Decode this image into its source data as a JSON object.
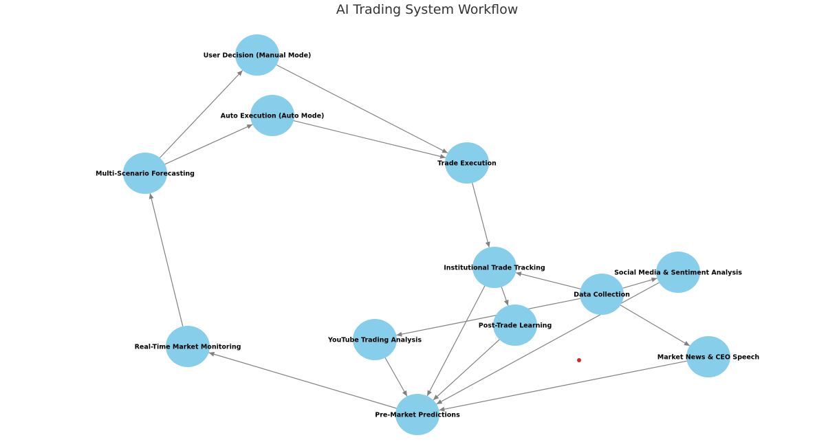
{
  "title": "AI Trading System Workflow",
  "colors": {
    "node_fill": "#87CEEB",
    "edge": "#808080",
    "marker": "#d62728"
  },
  "nodes": [
    {
      "id": "user_decision",
      "label": "User Decision (Manual Mode)"
    },
    {
      "id": "auto_execution",
      "label": "Auto Execution (Auto Mode)"
    },
    {
      "id": "multi_scenario",
      "label": "Multi-Scenario Forecasting"
    },
    {
      "id": "trade_execution",
      "label": "Trade Execution"
    },
    {
      "id": "institutional",
      "label": "Institutional Trade Tracking"
    },
    {
      "id": "social_media",
      "label": "Social Media & Sentiment Analysis"
    },
    {
      "id": "data_collection",
      "label": "Data Collection"
    },
    {
      "id": "post_trade",
      "label": "Post-Trade Learning"
    },
    {
      "id": "youtube",
      "label": "YouTube Trading Analysis"
    },
    {
      "id": "realtime",
      "label": "Real-Time Market Monitoring"
    },
    {
      "id": "market_news",
      "label": "Market News & CEO Speech"
    },
    {
      "id": "premarket",
      "label": "Pre-Market Predictions"
    }
  ],
  "edges": [
    {
      "from": "multi_scenario",
      "to": "user_decision"
    },
    {
      "from": "multi_scenario",
      "to": "auto_execution"
    },
    {
      "from": "user_decision",
      "to": "trade_execution"
    },
    {
      "from": "auto_execution",
      "to": "trade_execution"
    },
    {
      "from": "trade_execution",
      "to": "institutional"
    },
    {
      "from": "institutional",
      "to": "post_trade"
    },
    {
      "from": "institutional",
      "to": "premarket"
    },
    {
      "from": "data_collection",
      "to": "institutional"
    },
    {
      "from": "data_collection",
      "to": "social_media"
    },
    {
      "from": "data_collection",
      "to": "youtube"
    },
    {
      "from": "data_collection",
      "to": "market_news"
    },
    {
      "from": "social_media",
      "to": "premarket"
    },
    {
      "from": "post_trade",
      "to": "premarket"
    },
    {
      "from": "youtube",
      "to": "premarket"
    },
    {
      "from": "market_news",
      "to": "premarket"
    },
    {
      "from": "premarket",
      "to": "realtime"
    },
    {
      "from": "realtime",
      "to": "multi_scenario"
    }
  ]
}
